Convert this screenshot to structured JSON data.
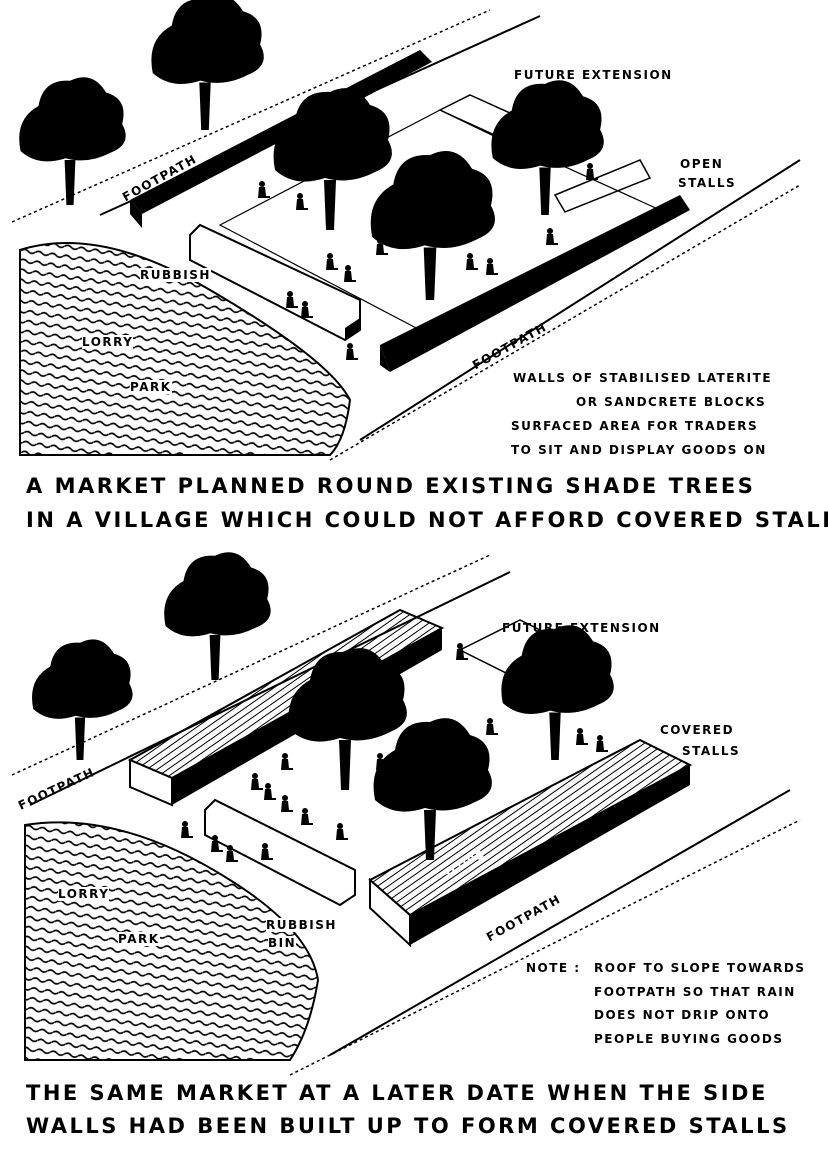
{
  "top_diagram": {
    "labels": {
      "future_extension": "FUTURE EXTENSION",
      "open_stalls_1": "OPEN",
      "open_stalls_2": "STALLS",
      "footpath_left": "FOOTPATH",
      "footpath_right": "FOOTPATH",
      "rubbish": "RUBBISH",
      "lorry": "LORRY",
      "park": "PARK"
    },
    "notes": [
      "WALLS OF STABILISED LATERITE",
      "OR SANDCRETE BLOCKS",
      "SURFACED AREA FOR TRADERS",
      "TO SIT AND DISPLAY GOODS ON"
    ],
    "caption_line1": "A MARKET PLANNED ROUND EXISTING SHADE TREES",
    "caption_line2": "IN A VILLAGE WHICH COULD NOT AFFORD COVERED STALLS"
  },
  "bottom_diagram": {
    "labels": {
      "future_extension": "FUTURE EXTENSION",
      "covered_1": "COVERED",
      "covered_2": "STALLS",
      "footpath_left": "FOOTPATH",
      "footpath_right": "FOOTPATH",
      "slope": "SLOPE",
      "rubbish_1": "RUBBISH",
      "rubbish_2": "BIN",
      "lorry": "LORRY",
      "park": "PARK"
    },
    "note": {
      "prefix": "NOTE :",
      "lines": [
        "ROOF TO SLOPE TOWARDS",
        "FOOTPATH SO THAT RAIN",
        "DOES NOT DRIP ONTO",
        "PEOPLE BUYING GOODS"
      ]
    },
    "caption_line1": "THE SAME MARKET AT A LATER DATE WHEN THE SIDE",
    "caption_line2": "WALLS HAD BEEN BUILT UP TO FORM COVERED STALLS"
  }
}
